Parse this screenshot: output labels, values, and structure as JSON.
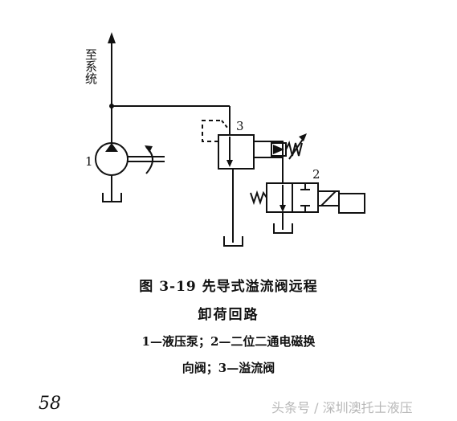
{
  "diagram": {
    "to_system_label": "至系统",
    "label_1": "1",
    "label_2": "2",
    "label_3": "3"
  },
  "caption": {
    "title_line1": "图 3-19   先导式溢流阀远程",
    "title_line2": "卸荷回路",
    "legend_line1": "1—液压泵；2—二位二通电磁换",
    "legend_line2": "向阀；3—溢流阀"
  },
  "page_number": "58",
  "watermark": "头条号 / 深圳澳托士液压"
}
